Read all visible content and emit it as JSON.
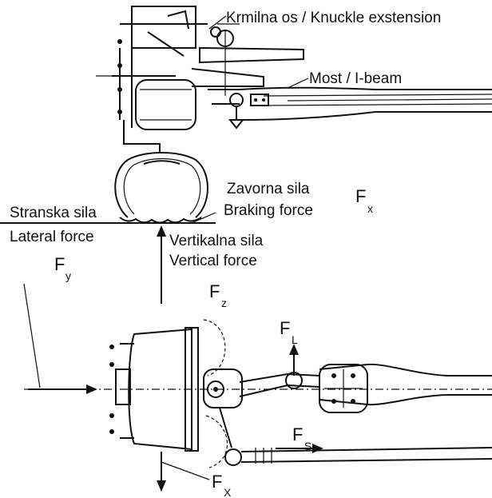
{
  "labels": {
    "knuckle": "Krmilna os / Knuckle exstension",
    "ibeam": "Most / I-beam",
    "braking_sl": "Zavorna sila",
    "braking_en": "Braking force",
    "lateral_sl": "Stranska sila",
    "lateral_en": "Lateral force",
    "vertical_sl": "Vertikalna sila",
    "vertical_en": "Vertical force"
  },
  "symbols": {
    "fx_top": {
      "main": "F",
      "sub": "x"
    },
    "fy": {
      "main": "F",
      "sub": "y"
    },
    "fz": {
      "main": "F",
      "sub": "z"
    },
    "fl": {
      "main": "F",
      "sub": "L"
    },
    "fs": {
      "main": "F",
      "sub": "S"
    },
    "fx_bottom": {
      "main": "F",
      "sub": "X"
    }
  }
}
